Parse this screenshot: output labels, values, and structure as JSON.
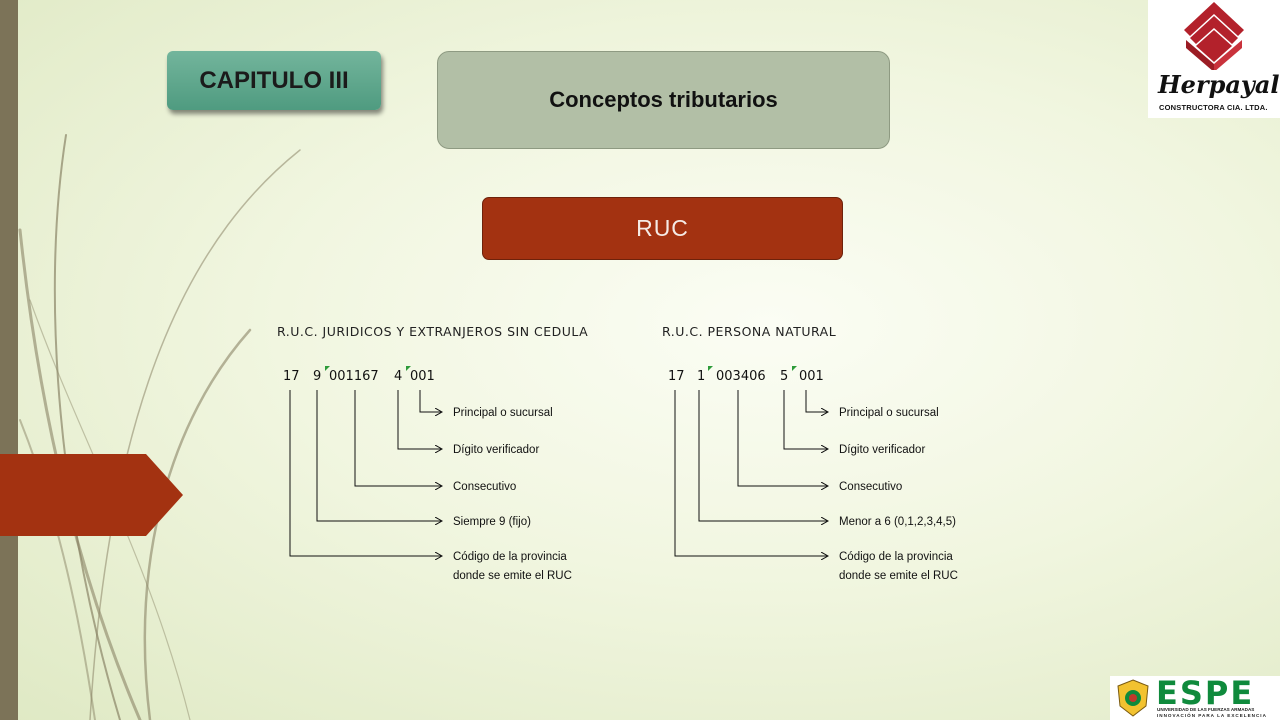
{
  "slide": {
    "chapter_label": "CAPITULO III",
    "topic_label": "Conceptos tributarios",
    "section_label": "RUC"
  },
  "logos": {
    "company_name": "Herpayal",
    "company_sub": "CONSTRUCTORA CIA. LTDA.",
    "university_name": "ESPE",
    "university_sub1": "UNIVERSIDAD DE LAS FUERZAS ARMADAS",
    "university_sub2": "INNOVACIÓN PARA LA EXCELENCIA"
  },
  "colors": {
    "chapter_green": "#5aa78b",
    "topic_gray_green": "#b2bfa6",
    "ruc_red": "#a33211",
    "accent_red": "#a33211",
    "herpayal_red": "#b3212b",
    "espe_green": "#0f8a3c",
    "marker_green": "#2e9b3a"
  },
  "diagrams": [
    {
      "heading": "R.U.C. JURIDICOS Y EXTRANJEROS SIN CEDULA",
      "segments": [
        "17",
        "9",
        "001167",
        "4",
        "001"
      ],
      "labels": [
        "Principal o sucursal",
        "Dígito verificador",
        "Consecutivo",
        "Siempre 9 (fijo)",
        "Código de la provincia",
        "donde se emite el RUC"
      ]
    },
    {
      "heading": "R.U.C. PERSONA NATURAL",
      "segments": [
        "17",
        "1",
        "003406",
        "5",
        "001"
      ],
      "labels": [
        "Principal o sucursal",
        "Dígito verificador",
        "Consecutivo",
        "Menor a 6 (0,1,2,3,4,5)",
        "Código de la provincia",
        "donde se emite el RUC"
      ]
    }
  ]
}
